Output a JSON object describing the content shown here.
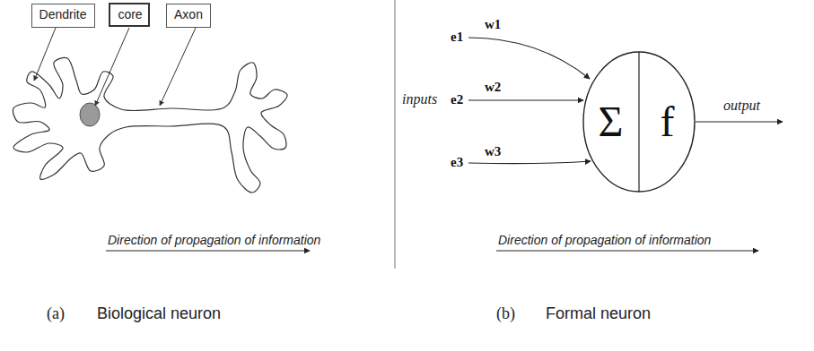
{
  "diagram": {
    "nodes": [
      {
        "text": [
          "Dendrite"
        ]
      },
      {
        "text": [
          "core"
        ]
      },
      {
        "text": [
          "Axon"
        ]
      },
      {
        "text": [
          "Σ",
          "f"
        ]
      }
    ],
    "labels": [
      "Direction of propagation of information",
      "(a)",
      "Biological neuron",
      "e1",
      "w1",
      "e2",
      "w2",
      "e3",
      "w3",
      "inputs",
      "output",
      "Direction of propagation of information",
      "(b)",
      "Formal neuron"
    ]
  }
}
